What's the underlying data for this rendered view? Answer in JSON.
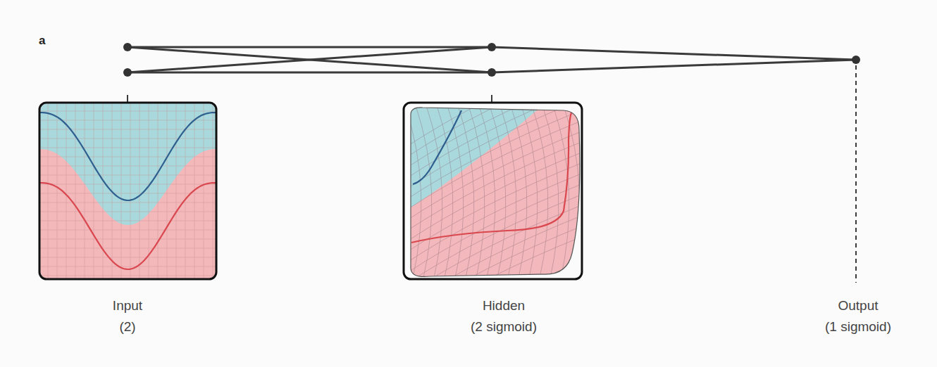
{
  "diagram": {
    "labels": [
      "a",
      "Input",
      "(2)",
      "Hidden",
      "(2 sigmoid)",
      "Output",
      "(1 sigmoid)"
    ]
  }
}
